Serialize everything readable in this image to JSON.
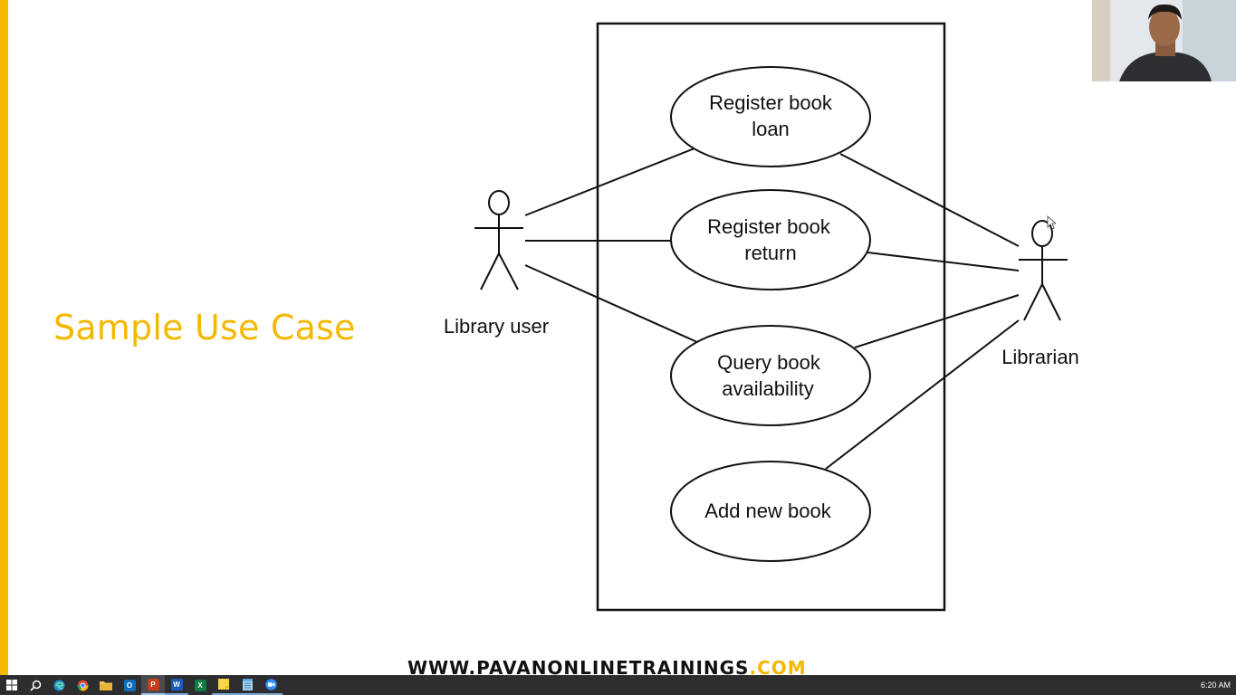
{
  "slide": {
    "title": "Sample Use Case",
    "accent_color": "#f5b800"
  },
  "diagram": {
    "actors": [
      {
        "label": "Library user"
      },
      {
        "label": "Librarian"
      }
    ],
    "use_cases": [
      {
        "line1": "Register book",
        "line2": "loan"
      },
      {
        "line1": "Register book",
        "line2": "return"
      },
      {
        "line1": "Query book",
        "line2": "availability"
      },
      {
        "line1": "Add new book",
        "line2": ""
      }
    ]
  },
  "watermark": {
    "main": "WWW.PAVANONLINETRAININGS",
    "tld": ".COM"
  },
  "taskbar": {
    "apps": [
      {
        "name": "windows-start-icon"
      },
      {
        "name": "search-icon"
      },
      {
        "name": "edge-icon"
      },
      {
        "name": "chrome-icon"
      },
      {
        "name": "file-explorer-icon"
      },
      {
        "name": "outlook-icon",
        "glyph": "O",
        "color": "#0f6cbd"
      },
      {
        "name": "powerpoint-icon",
        "glyph": "P",
        "color": "#c43e1c"
      },
      {
        "name": "word-icon",
        "glyph": "W",
        "color": "#185abd"
      },
      {
        "name": "excel-icon",
        "glyph": "X",
        "color": "#107c41"
      },
      {
        "name": "sticky-notes-icon"
      },
      {
        "name": "notepad-icon"
      },
      {
        "name": "zoom-icon"
      }
    ],
    "clock": "6:20 AM"
  }
}
